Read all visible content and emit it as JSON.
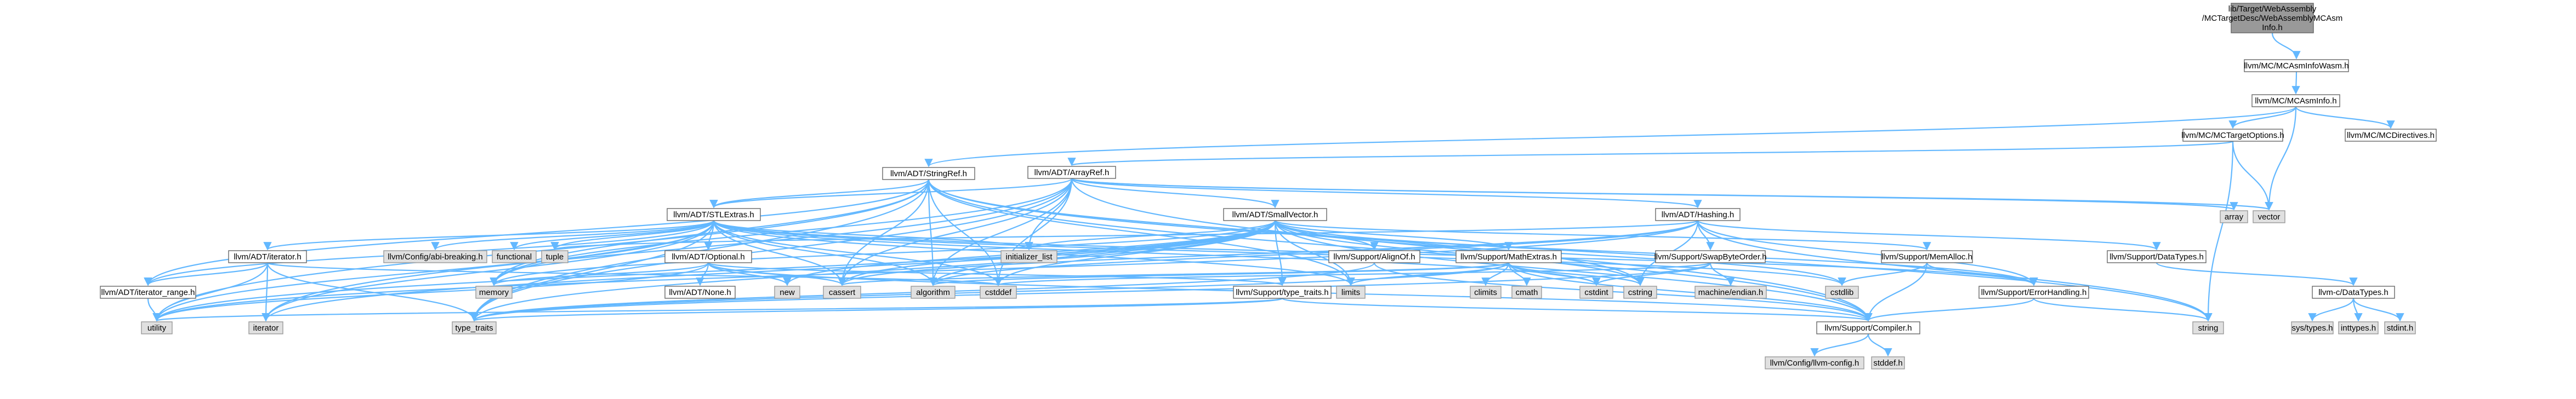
{
  "colors": {
    "edge": "#63b8ff",
    "root_fill": "#999999",
    "local_fill": "#ffffff",
    "system_fill": "#e0e0e0",
    "border": "#666666"
  },
  "nodes": {
    "root": [
      "lib/Target/WebAssembly",
      "/MCTargetDesc/WebAssemblyMCAsm",
      "Info.h"
    ],
    "wasm": "llvm/MC/MCAsmInfoWasm.h",
    "mcasminfo": "llvm/MC/MCAsmInfo.h",
    "mctargetoptions": "llvm/MC/MCTargetOptions.h",
    "mcdirectives": "llvm/MC/MCDirectives.h",
    "stringref": "llvm/ADT/StringRef.h",
    "arrayref": "llvm/ADT/ArrayRef.h",
    "array": "array",
    "vector": "vector",
    "stlextras": "llvm/ADT/STLExtras.h",
    "smallvector": "llvm/ADT/SmallVector.h",
    "hashing": "llvm/ADT/Hashing.h",
    "iterator_h": "llvm/ADT/iterator.h",
    "configabi": "llvm/Config/abi-breaking.h",
    "functional": "functional",
    "tuple": "tuple",
    "optional": "llvm/ADT/Optional.h",
    "initlist": "initializer_list",
    "alignof": "llvm/Support/AlignOf.h",
    "mathextras": "llvm/Support/MathExtras.h",
    "swapbyteorder": "llvm/Support/SwapByteOrder.h",
    "memalloc": "llvm/Support/MemAlloc.h",
    "datatypes": "llvm/Support/DataTypes.h",
    "iterator_range": "llvm/ADT/iterator_range.h",
    "memory": "memory",
    "none": "llvm/ADT/None.h",
    "new": "new",
    "cassert": "cassert",
    "algorithm": "algorithm",
    "cstddef": "cstddef",
    "type_traits_h": "llvm/Support/type_traits.h",
    "limits": "limits",
    "climits": "climits",
    "cmath": "cmath",
    "cstdint": "cstdint",
    "cstring": "cstring",
    "machineendian": "machine/endian.h",
    "cstdlib": "cstdlib",
    "errorhandling": "llvm/Support/ErrorHandling.h",
    "cdatatypes": "llvm-c/DataTypes.h",
    "string": "string",
    "utility": "utility",
    "iterator": "iterator",
    "type_traits": "type_traits",
    "compiler": "llvm/Support/Compiler.h",
    "llvmconfig": "llvm/Config/llvm-config.h",
    "stddef": "stddef.h",
    "systypes": "sys/types.h",
    "inttypes": "inttypes.h",
    "stdint": "stdint.h"
  }
}
